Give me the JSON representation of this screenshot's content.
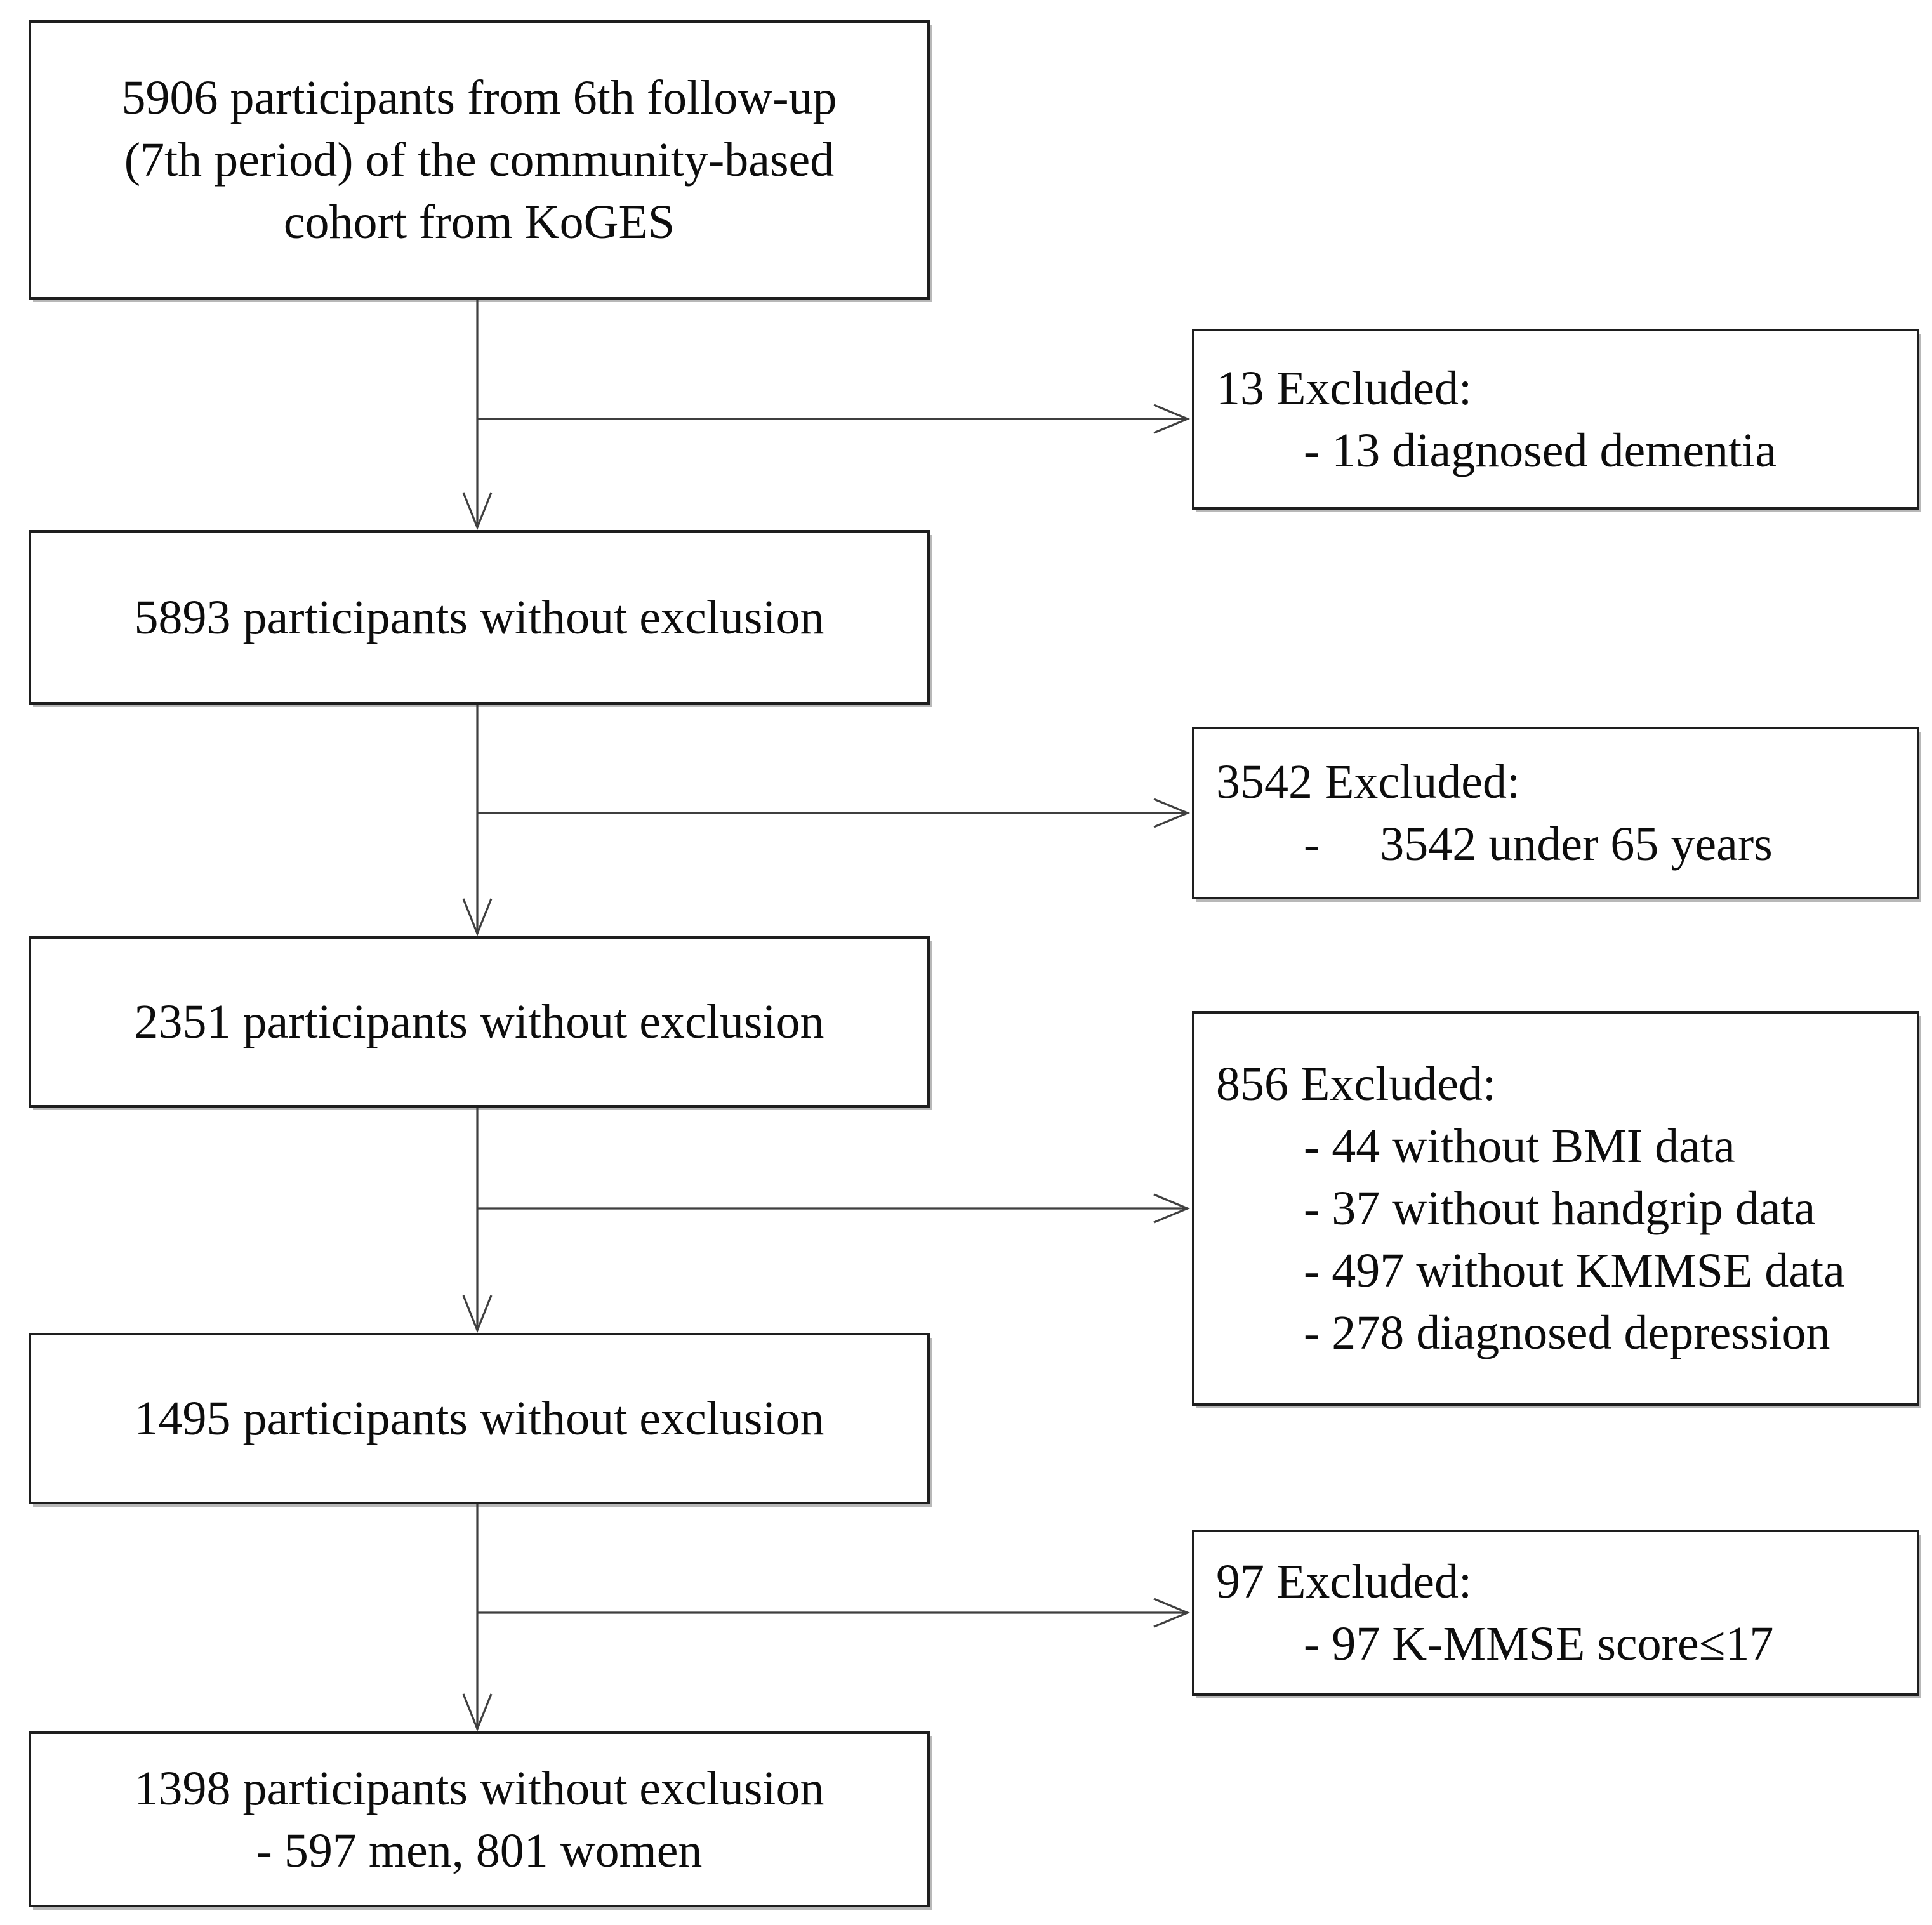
{
  "flow": {
    "main_boxes": [
      {
        "lines": [
          "5906 participants from 6th follow-up",
          "(7th period) of the community-based",
          "cohort from KoGES"
        ]
      },
      {
        "lines": [
          "5893 participants without exclusion"
        ]
      },
      {
        "lines": [
          "2351 participants without exclusion"
        ]
      },
      {
        "lines": [
          "1495 participants without exclusion"
        ]
      },
      {
        "lines": [
          "1398 participants without exclusion",
          "- 597 men, 801 women"
        ]
      }
    ],
    "exclusion_boxes": [
      {
        "heading": "13 Excluded:",
        "items": [
          "- 13 diagnosed dementia"
        ]
      },
      {
        "heading": "3542 Excluded:",
        "items": [
          "-     3542 under 65 years"
        ]
      },
      {
        "heading": "856 Excluded:",
        "items": [
          "- 44 without BMI data",
          "- 37 without handgrip data",
          "- 497 without KMMSE data",
          "- 278 diagnosed depression"
        ]
      },
      {
        "heading": "97 Excluded:",
        "items": [
          "- 97 K-MMSE score≤17"
        ]
      }
    ],
    "colors": {
      "background": "#ffffff",
      "text": "#0d0d0d",
      "box_border": "#1e1e1e",
      "connector": "#3f3f3f"
    }
  }
}
